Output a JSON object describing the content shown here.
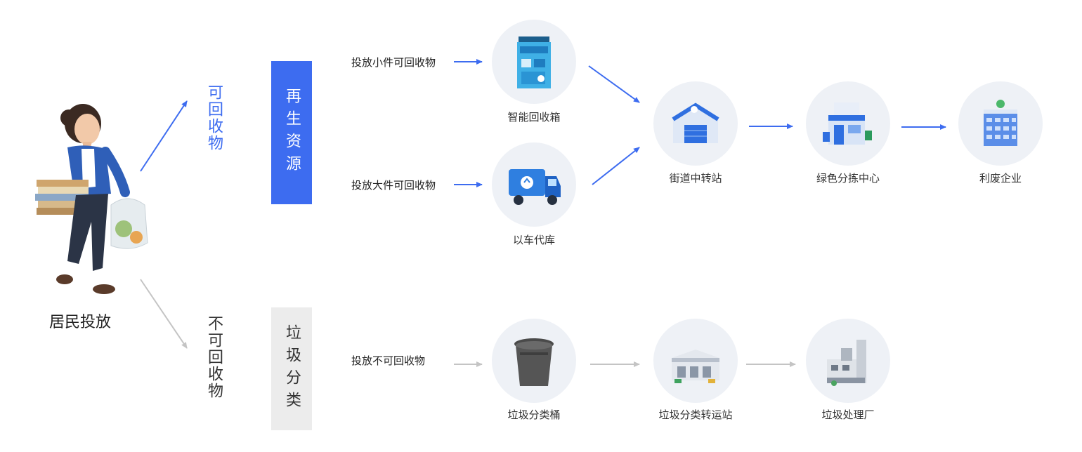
{
  "resident": {
    "label": "居民投放"
  },
  "recyclable": {
    "label": "可回收物",
    "color": "#3d6cf0"
  },
  "nonrecyclable": {
    "label": "不可回收物",
    "color": "#333333"
  },
  "renewable_box": {
    "label": "再生资源",
    "bg": "#3d6cf0",
    "text_color": "#ffffff"
  },
  "waste_box": {
    "label": "垃圾分类",
    "bg": "#ececec",
    "text_color": "#333333"
  },
  "routes": {
    "small": "投放小件可回收物",
    "large": "投放大件可回收物",
    "nonrec": "投放不可回收物"
  },
  "nodes": {
    "smart_box": "智能回收箱",
    "truck": "以车代库",
    "street_station": "街道中转站",
    "sorting_center": "绿色分拣中心",
    "enterprise": "利废企业",
    "bin": "垃圾分类桶",
    "transfer_station": "垃圾分类转运站",
    "plant": "垃圾处理厂"
  },
  "colors": {
    "accent": "#3d6cf0",
    "gray_arrow": "#c4c4c4",
    "circle_bg": "#eef1f6"
  },
  "icons": {
    "person": "resident-illustration",
    "smart_box": "smart-recycling-box-icon",
    "truck": "recycling-truck-icon",
    "street_station": "warehouse-icon",
    "sorting_center": "sorting-building-icon",
    "enterprise": "office-building-icon",
    "bin": "trash-bin-icon",
    "transfer_station": "transfer-station-icon",
    "plant": "factory-icon"
  }
}
